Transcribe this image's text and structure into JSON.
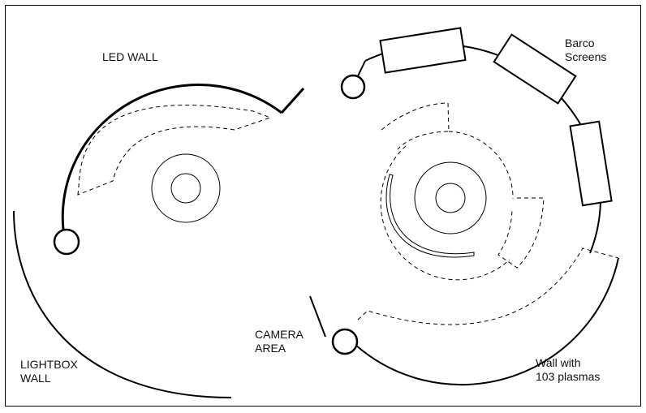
{
  "labels": {
    "led_wall": "LED WALL",
    "barco_line1": "Barco",
    "barco_line2": "Screens",
    "camera_line1": "CAMERA",
    "camera_line2": "AREA",
    "lightbox_line1": "LIGHTBOX",
    "lightbox_line2": "WALL",
    "plasma_line1": "Wall with",
    "plasma_line2": "103 plasmas"
  },
  "colors": {
    "line": "#000000",
    "background": "#ffffff"
  }
}
